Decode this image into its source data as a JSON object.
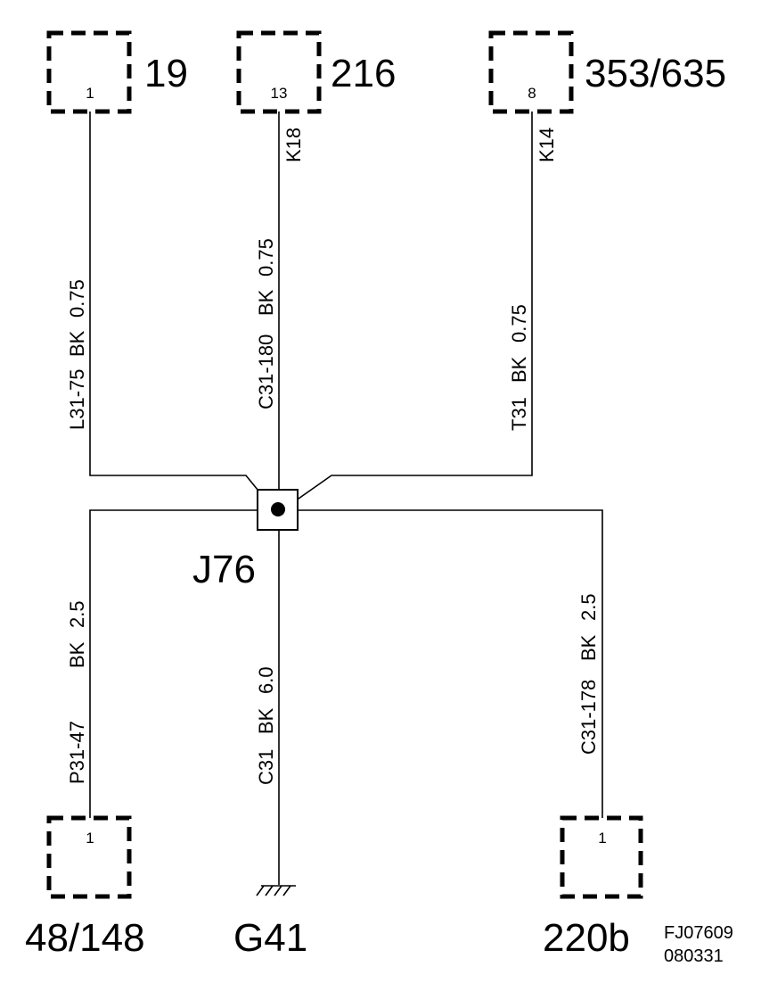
{
  "connectors": {
    "c19": {
      "name": "19",
      "pin": "1"
    },
    "c216": {
      "name": "216",
      "pin": "13",
      "terminal": "K18"
    },
    "c353": {
      "name": "353/635",
      "pin": "8",
      "terminal": "K14"
    },
    "c48": {
      "name": "48/148",
      "pin": "1"
    },
    "c220": {
      "name": "220b",
      "pin": "1"
    }
  },
  "wires": {
    "w19": {
      "circuit": "L31-75",
      "color": "BK",
      "size": "0.75"
    },
    "w216": {
      "circuit": "C31-180",
      "color": "BK",
      "size": "0.75"
    },
    "w353": {
      "circuit": "T31",
      "color": "BK",
      "size": "0.75"
    },
    "w48": {
      "circuit": "P31-47",
      "color": "BK",
      "size": "2.5"
    },
    "wG41": {
      "circuit": "C31",
      "color": "BK",
      "size": "6.0"
    },
    "w220": {
      "circuit": "C31-178",
      "color": "BK",
      "size": "2.5"
    }
  },
  "splice": {
    "name": "J76"
  },
  "ground": {
    "name": "G41"
  },
  "footer": {
    "code": "FJ07609",
    "date": "080331"
  }
}
